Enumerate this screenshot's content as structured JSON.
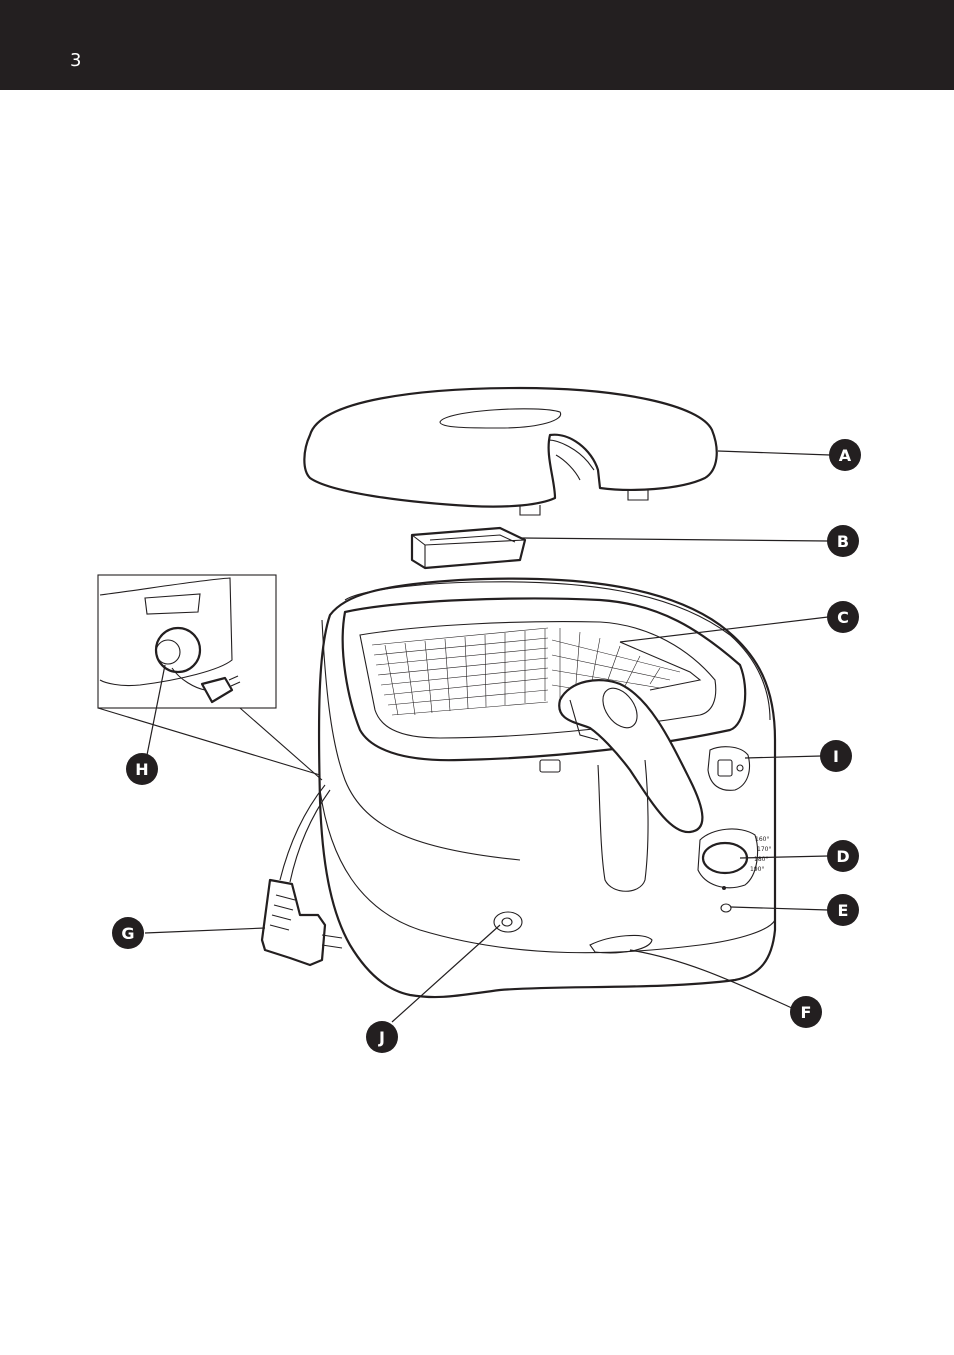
{
  "header": {
    "page_number": "3"
  },
  "callouts": {
    "a": "A",
    "b": "B",
    "c": "C",
    "d": "D",
    "e": "E",
    "f": "F",
    "g": "G",
    "h": "H",
    "i": "I",
    "j": "J"
  },
  "thermostat_scale": [
    "160°",
    "170°",
    "180°",
    "190°"
  ]
}
